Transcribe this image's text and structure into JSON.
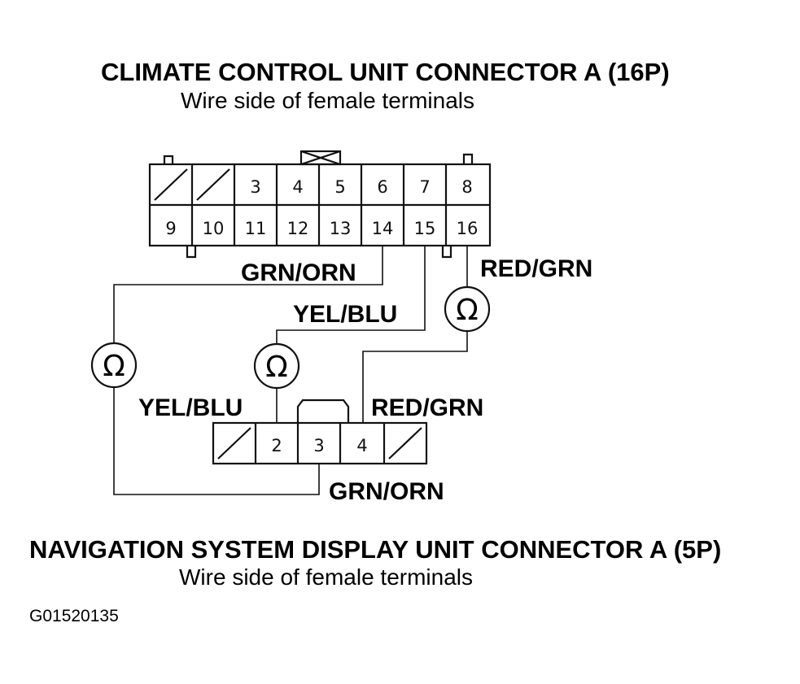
{
  "top_connector": {
    "title": "CLIMATE CONTROL UNIT CONNECTOR A (16P)",
    "subtitle": "Wire side of female terminals",
    "row1_pins": [
      "",
      "",
      "3",
      "4",
      "5",
      "6",
      "7",
      "8"
    ],
    "row2_pins": [
      "9",
      "10",
      "11",
      "12",
      "13",
      "14",
      "15",
      "16"
    ]
  },
  "bottom_connector": {
    "title": "NAVIGATION SYSTEM DISPLAY UNIT CONNECTOR A (5P)",
    "subtitle": "Wire side of female terminals",
    "pins": [
      "",
      "2",
      "3",
      "4",
      ""
    ]
  },
  "wires": {
    "grn_orn_top": "GRN/ORN",
    "yel_blu_top": "YEL/BLU",
    "red_grn_top": "RED/GRN",
    "yel_blu_bottom": "YEL/BLU",
    "red_grn_bottom": "RED/GRN",
    "grn_orn_bottom": "GRN/ORN"
  },
  "ohmmeter_symbol": "Ω",
  "figure_code": "G01520135",
  "colors": {
    "ink": "#111111",
    "background": "#ffffff"
  }
}
